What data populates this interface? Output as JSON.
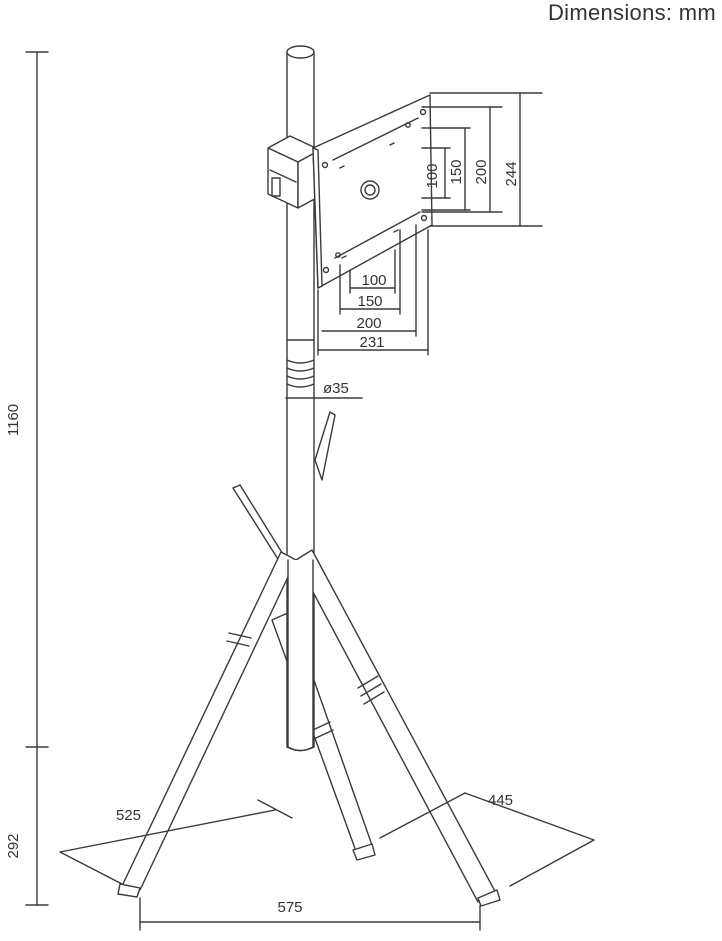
{
  "header": {
    "units_label": "Dimensions: mm"
  },
  "dimensions": {
    "total_height": "1160",
    "base_height": "292",
    "leg_spread_width": "575",
    "leg_front_left": "525",
    "leg_front_right": "445",
    "pole_diameter": "ø35",
    "plate_h_100": "100",
    "plate_h_150": "150",
    "plate_h_200": "200",
    "plate_h_231": "231",
    "plate_v_100": "100",
    "plate_v_150": "150",
    "plate_v_200": "200",
    "plate_v_244": "244"
  },
  "colors": {
    "line": "#3a3a3a",
    "fill": "#ffffff"
  }
}
